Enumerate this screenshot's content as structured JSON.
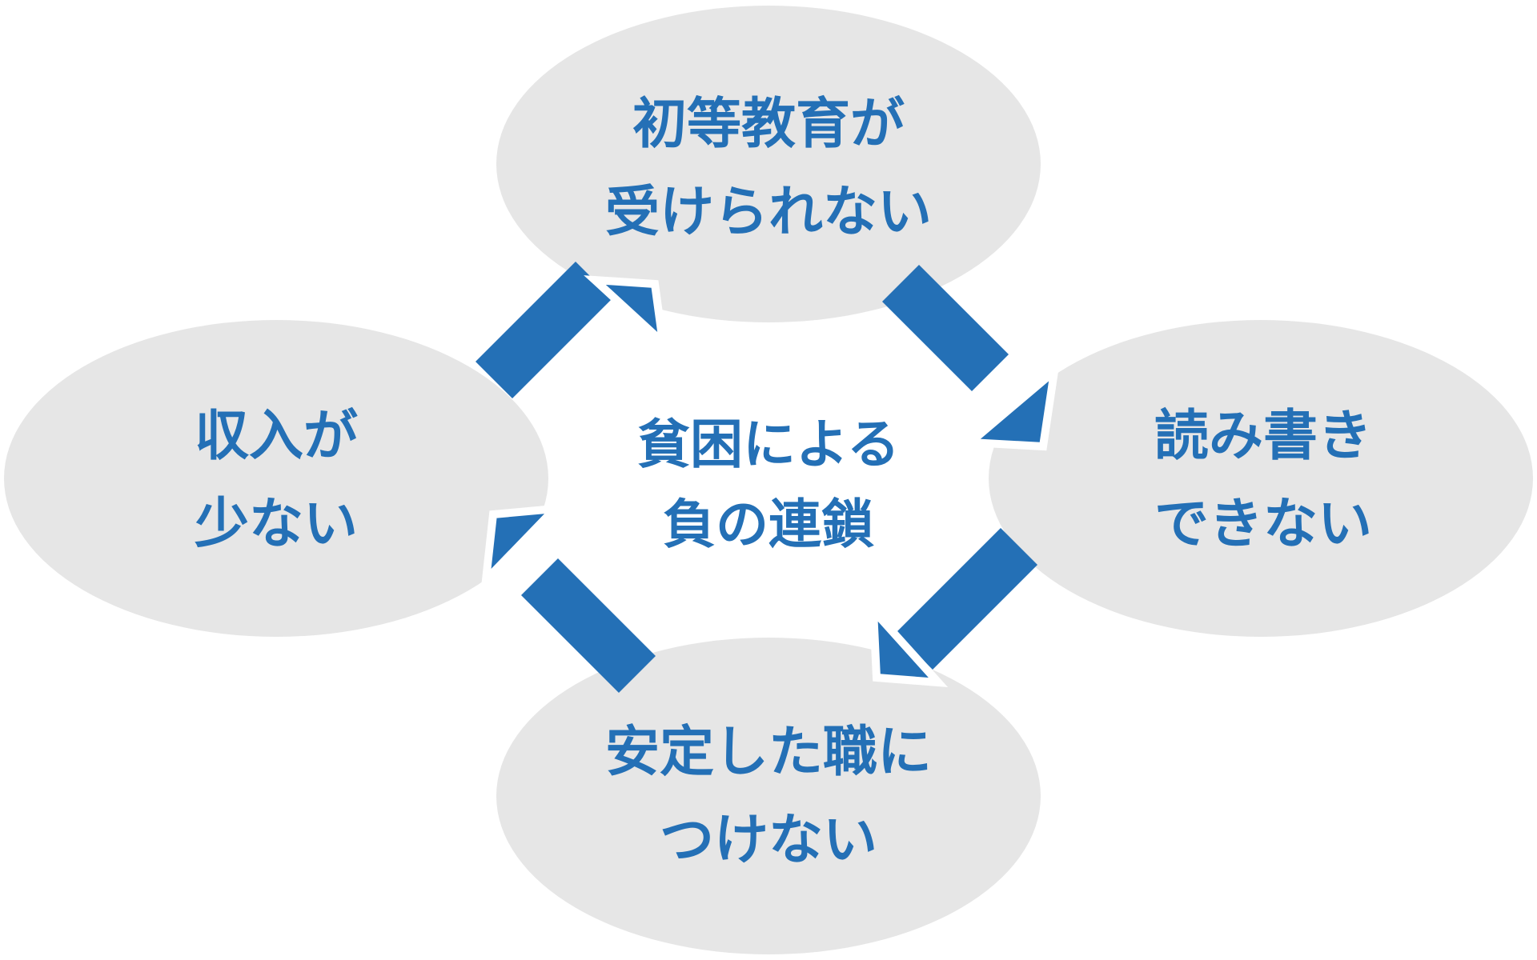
{
  "colors": {
    "ellipse_fill": "#e6e6e6",
    "text": "#2470b6",
    "arrow": "#2470b6",
    "background": "#ffffff"
  },
  "center": {
    "lines": [
      "貧困による",
      "負の連鎖"
    ]
  },
  "nodes": {
    "top": {
      "lines": [
        "初等教育が",
        "受けられない"
      ]
    },
    "right": {
      "lines": [
        "読み書き",
        "できない"
      ]
    },
    "bottom": {
      "lines": [
        "安定した職に",
        "つけない"
      ]
    },
    "left": {
      "lines": [
        "収入が",
        "少ない"
      ]
    }
  },
  "cycle_order": [
    "top",
    "right",
    "bottom",
    "left"
  ]
}
